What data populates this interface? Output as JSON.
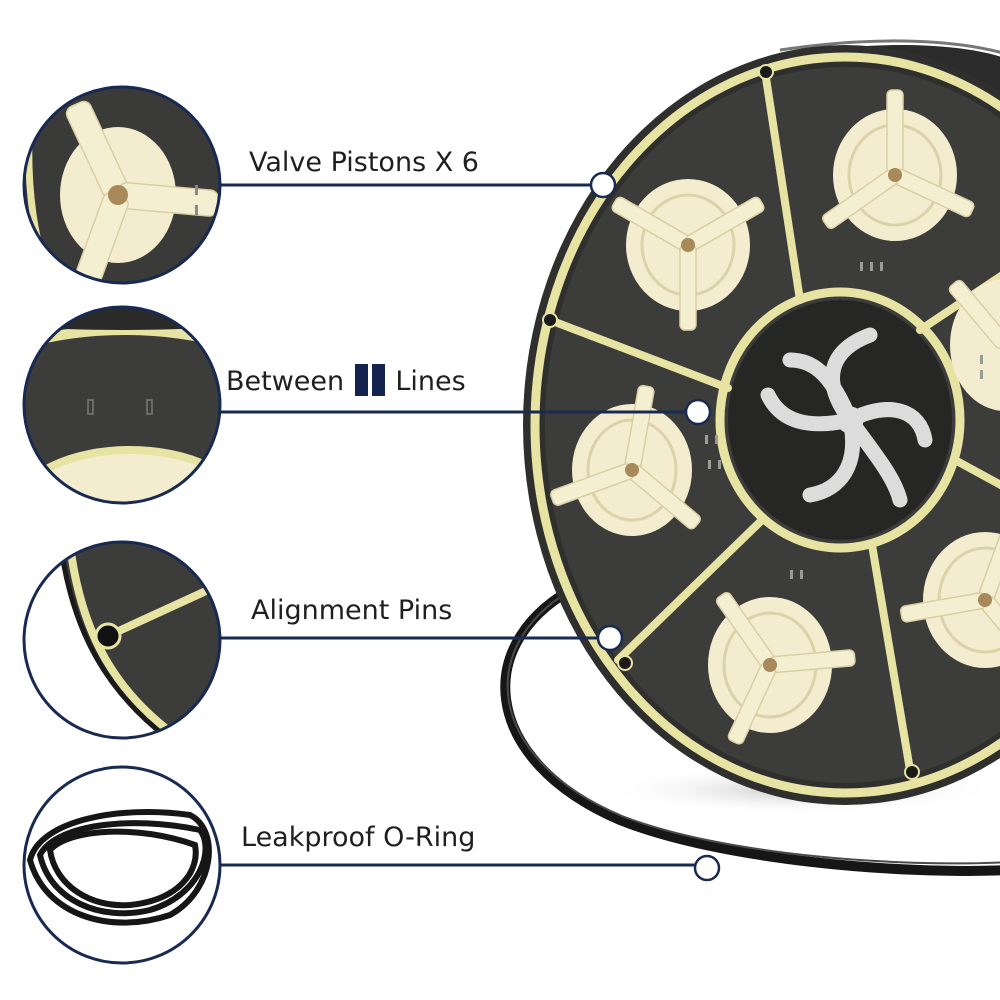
{
  "callouts": {
    "valve_pistons": "Valve Pistons X 6",
    "between_lines_prefix": "Between",
    "between_lines_suffix": "Lines",
    "alignment_pins": "Alignment Pins",
    "oring": "Leakproof O-Ring"
  },
  "colors": {
    "line": "#182a52",
    "gasket_yellow": "#e7e3a3",
    "disc_dark": "#3c3c3a",
    "piston_cream": "#f3ecce",
    "oring_black": "#161616",
    "marker_navy": "#14244f"
  },
  "icons": {
    "callout_dot": "white-circle",
    "line_marker": "double-vertical-bar"
  }
}
